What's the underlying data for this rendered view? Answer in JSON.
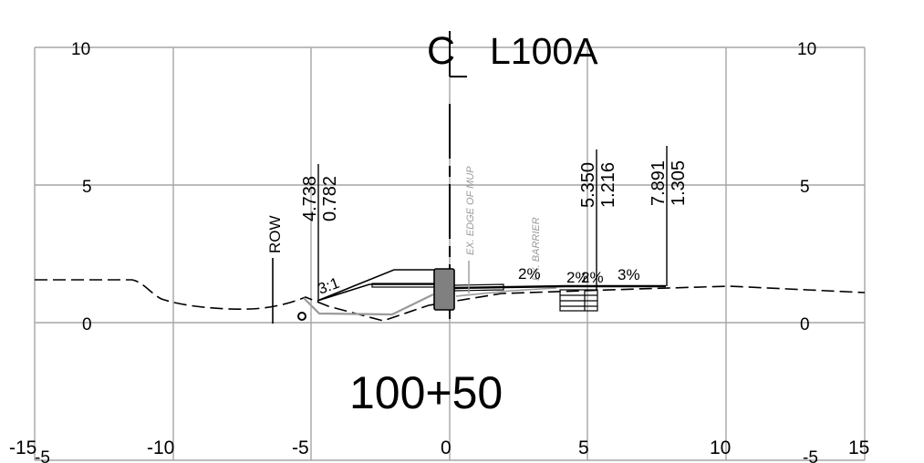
{
  "title": {
    "centerline_symbol": "C",
    "alignment": "L100A"
  },
  "station": "100+50",
  "axes": {
    "x_ticks": [
      "-15",
      "-10",
      "-5",
      "0",
      "5",
      "10",
      "15"
    ],
    "y_ticks_left": [
      "10",
      "5",
      "0",
      "-5"
    ],
    "y_ticks_right": [
      "10",
      "5",
      "0",
      "-5"
    ]
  },
  "labels": {
    "row": "ROW",
    "ex_edge_of_mup": "EX. EDGE OF MUP",
    "ex_barrier": "EX. BARRIER"
  },
  "offset_callouts": [
    {
      "top": "4.738",
      "bottom": "0.782"
    },
    {
      "top": "5.350",
      "bottom": "1.216"
    },
    {
      "top": "7.891",
      "bottom": "1.305"
    }
  ],
  "slopes": {
    "fill": "3:1",
    "left_2pct": "2%",
    "right_2pct_a": "2%",
    "right_2pct_b": "2%",
    "right_3pct": "3%"
  },
  "colors": {
    "grid": "#a6a6a6",
    "proposed": "#000000",
    "existing": "#9a9a9a",
    "structure": "#808080"
  }
}
